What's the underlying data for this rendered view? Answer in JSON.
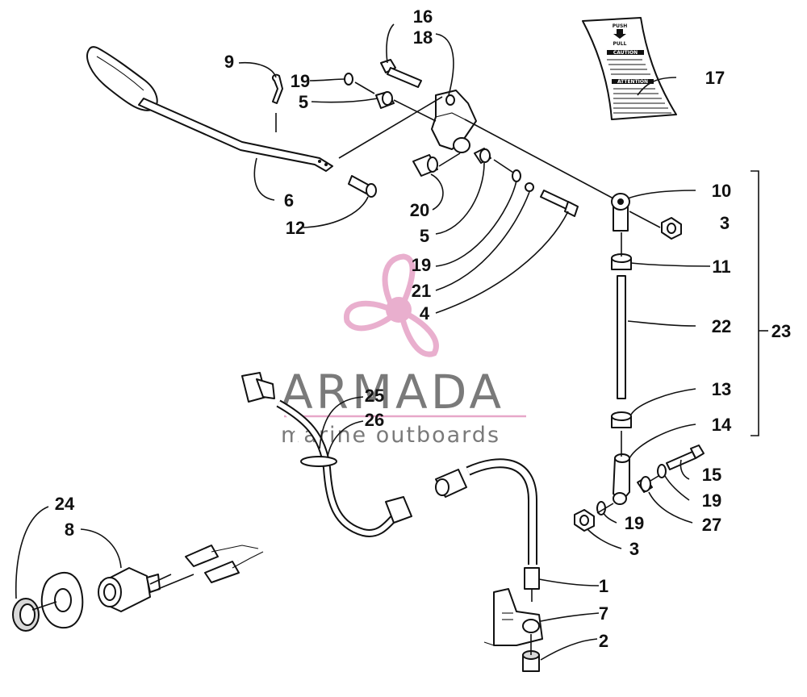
{
  "callouts": {
    "c16": "16",
    "c18": "18",
    "c9": "9",
    "c19a": "19",
    "c5a": "5",
    "c17": "17",
    "c6": "6",
    "c12": "12",
    "c20": "20",
    "c5b": "5",
    "c19b": "19",
    "c21": "21",
    "c4": "4",
    "c10": "10",
    "c3a": "3",
    "c11": "11",
    "c22": "22",
    "c23": "23",
    "c13": "13",
    "c14": "14",
    "c15": "15",
    "c19c": "19",
    "c19d": "19",
    "c27": "27",
    "c3b": "3",
    "c25": "25",
    "c26": "26",
    "c24": "24",
    "c8": "8",
    "c1": "1",
    "c7": "7",
    "c2": "2"
  },
  "decal": {
    "push": "PUSH",
    "pull": "PULL",
    "caution": "CAUTION",
    "attention": "ATTENTION"
  },
  "watermark": {
    "brand": "ARMADA",
    "tagline": "marine outboards",
    "logo_color": "#e7a7c9"
  }
}
